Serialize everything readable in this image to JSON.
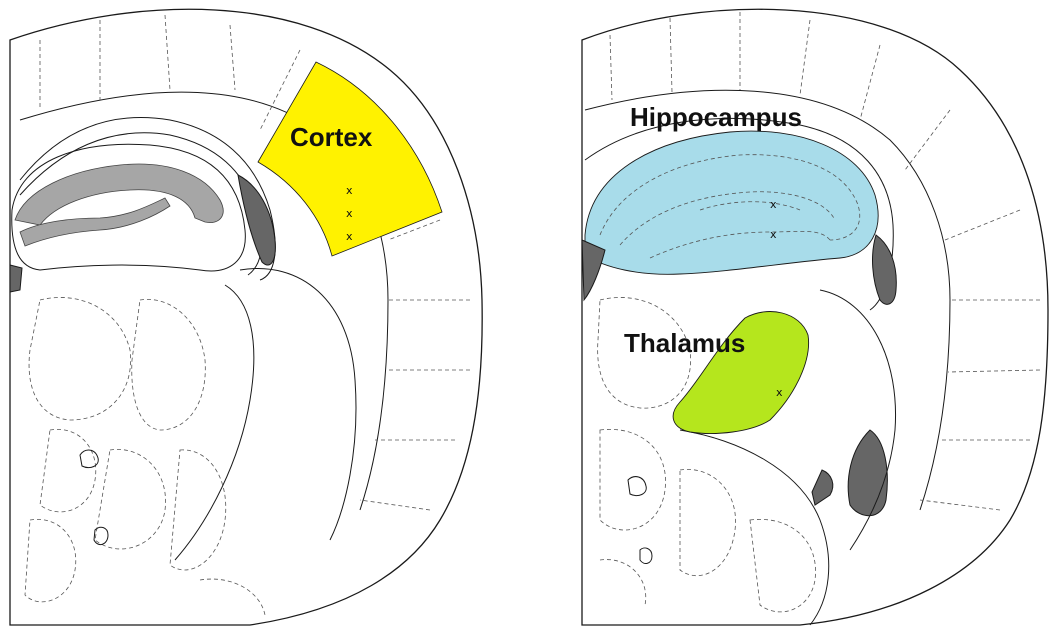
{
  "panels": [
    {
      "label": "Cortex",
      "region_color": "#fff200",
      "markers": [
        "x",
        "x",
        "x"
      ]
    },
    {
      "labels": [
        "Hippocampus",
        "Thalamus"
      ],
      "region_colors": {
        "hippocampus": "#a8dcea",
        "thalamus": "#b5e61d"
      },
      "hippocampus_markers": [
        "x",
        "x"
      ],
      "thalamus_markers": [
        "x"
      ]
    }
  ],
  "colors": {
    "ventricle": "#666666",
    "hippocampal_layer": "#a6a6a6",
    "outline": "#1a1a1a"
  }
}
